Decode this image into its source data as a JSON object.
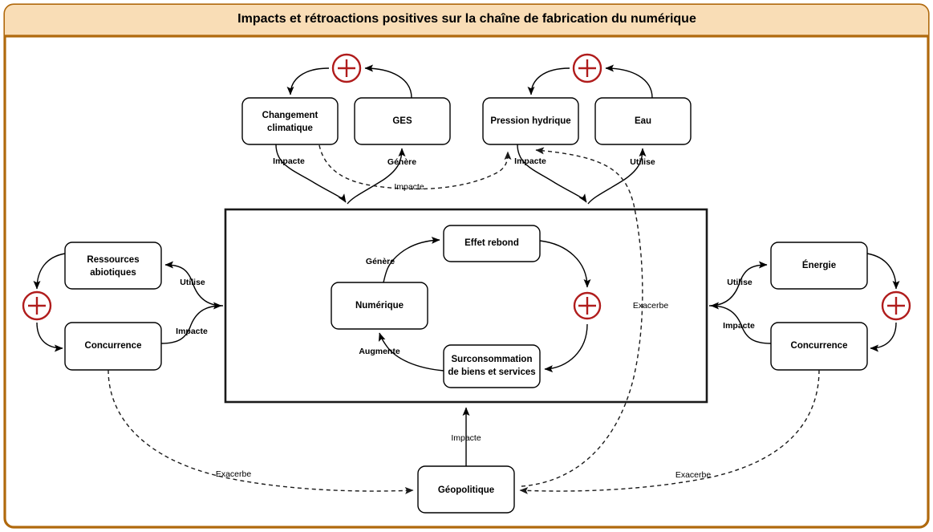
{
  "frame": {
    "border_color": "#b0690d",
    "title_bg": "#f9ddb6",
    "canvas_bg": "#ffffff"
  },
  "header": {
    "title": "Impacts et rétroactions positives sur la chaîne de fabrication du numérique"
  },
  "colors": {
    "positive_loop": "#b01c1c",
    "node_stroke": "#000000",
    "system_boundary": "#1a1a1a"
  },
  "nodes": {
    "changement_climatique": {
      "label_line1": "Changement",
      "label_line2": "climatique"
    },
    "ges": {
      "label": "GES"
    },
    "pression_hydrique": {
      "label": "Pression hydrique"
    },
    "eau": {
      "label": "Eau"
    },
    "ressources_abiotiques": {
      "label_line1": "Ressources",
      "label_line2": "abiotiques"
    },
    "concurrence_gauche": {
      "label": "Concurrence"
    },
    "energie": {
      "label": "Énergie"
    },
    "concurrence_droite": {
      "label": "Concurrence"
    },
    "effet_rebond": {
      "label": "Effet rebond"
    },
    "numerique": {
      "label": "Numérique"
    },
    "surconsommation": {
      "label_line1": "Surconsommation",
      "label_line2": "de biens et services"
    },
    "geopolitique": {
      "label": "Géopolitique"
    }
  },
  "loop_markers": {
    "top_left": {
      "symbol": "+",
      "name": "boucle-positive-climat"
    },
    "top_right": {
      "symbol": "+",
      "name": "boucle-positive-eau"
    },
    "left": {
      "symbol": "+",
      "name": "boucle-positive-ressources"
    },
    "center": {
      "symbol": "+",
      "name": "boucle-positive-rebond"
    },
    "right": {
      "symbol": "+",
      "name": "boucle-positive-energie"
    }
  },
  "edge_labels": {
    "cc_impacte": "Impacte",
    "ges_genere": "Génère",
    "cc_to_ph_impacte": "Impacte",
    "ph_impacte": "Impacte",
    "eau_utilise": "Utilise",
    "ressources_utilise": "Utilise",
    "concurrence_g_impacte": "Impacte",
    "energie_utilise": "Utilise",
    "concurrence_d_impacte": "Impacte",
    "numerique_genere": "Génère",
    "surconso_augmente": "Augmente",
    "geo_impacte": "Impacte",
    "exacerbe_gauche": "Exacerbe",
    "exacerbe_centre": "Exacerbe",
    "exacerbe_droite": "Exacerbe"
  }
}
